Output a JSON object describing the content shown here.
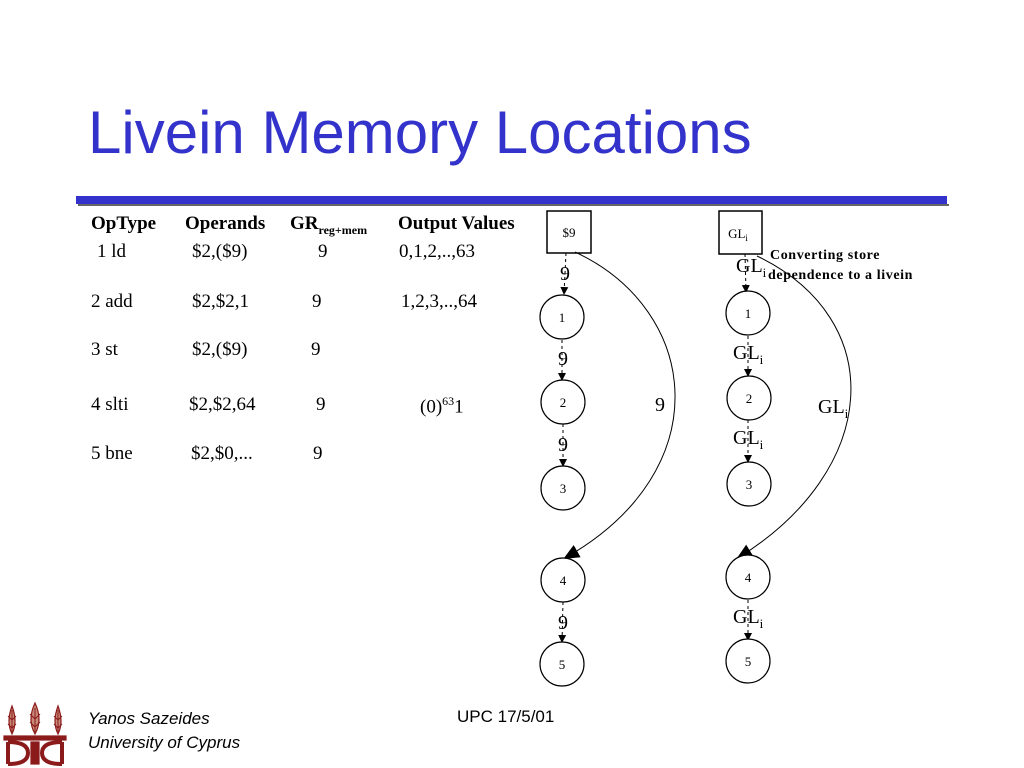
{
  "slide": {
    "title": "Livein Memory Locations"
  },
  "table": {
    "headers": {
      "optype": "OpType",
      "operands": "Operands",
      "gr": "GR",
      "gr_sub": "reg+mem",
      "outputs": "Output Values"
    },
    "rows": [
      {
        "optype": "1 ld",
        "operands": "$2,($9)",
        "gr": "9",
        "output": "0,1,2,..,63"
      },
      {
        "optype": "2 add",
        "operands": "$2,$2,1",
        "gr": "9",
        "output": "1,2,3,..,64"
      },
      {
        "optype": "3 st",
        "operands": "$2,($9)",
        "gr": "9",
        "output": ""
      },
      {
        "optype": "4 slti",
        "operands": "$2,$2,64",
        "gr": "9",
        "output_base": "(0)",
        "output_sup": "63",
        "output_tail": "1"
      },
      {
        "optype": "5 bne",
        "operands": "$2,$0,...",
        "gr": "9",
        "output": ""
      }
    ]
  },
  "graph_left": {
    "source_label": "$9",
    "nodes": [
      "1",
      "2",
      "3",
      "4",
      "5"
    ],
    "edge_labels": [
      "9",
      "9",
      "9",
      "9",
      "9"
    ],
    "back_edge_label": "9"
  },
  "graph_right": {
    "source_label": "GL",
    "source_sub": "i",
    "nodes": [
      "1",
      "2",
      "3",
      "4",
      "5"
    ],
    "edge_label": "GL",
    "edge_sub": "i",
    "annotation_line1": "Converting store",
    "annotation_line2": "dependence to a livein"
  },
  "footer": {
    "author": "Yanos Sazeides",
    "affiliation": "University of Cyprus",
    "center": "UPC 17/5/01"
  },
  "colors": {
    "title": "#3333cc",
    "rule": "#3333cc",
    "logo": "#8b1a1a"
  }
}
